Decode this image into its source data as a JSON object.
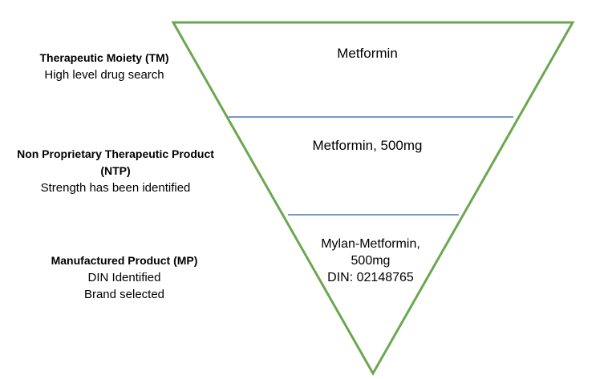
{
  "colors": {
    "funnel_outline": "#6aa84f",
    "divider_line": "#4a76b8"
  },
  "left_labels": [
    {
      "title": "Therapeutic Moiety (TM)",
      "description": "High level drug search"
    },
    {
      "title_line1": "Non Proprietary Therapeutic Product",
      "title_line2": "(NTP)",
      "description": "Strength has been identified"
    },
    {
      "title": "Manufactured Product (MP)",
      "description_line1": "DIN Identified",
      "description_line2": "Brand selected"
    }
  ],
  "funnel_levels": [
    {
      "text": "Metformin"
    },
    {
      "text": "Metformin, 500mg"
    },
    {
      "line1": "Mylan-Metformin,",
      "line2": "500mg",
      "line3": "DIN: 02148765"
    }
  ]
}
